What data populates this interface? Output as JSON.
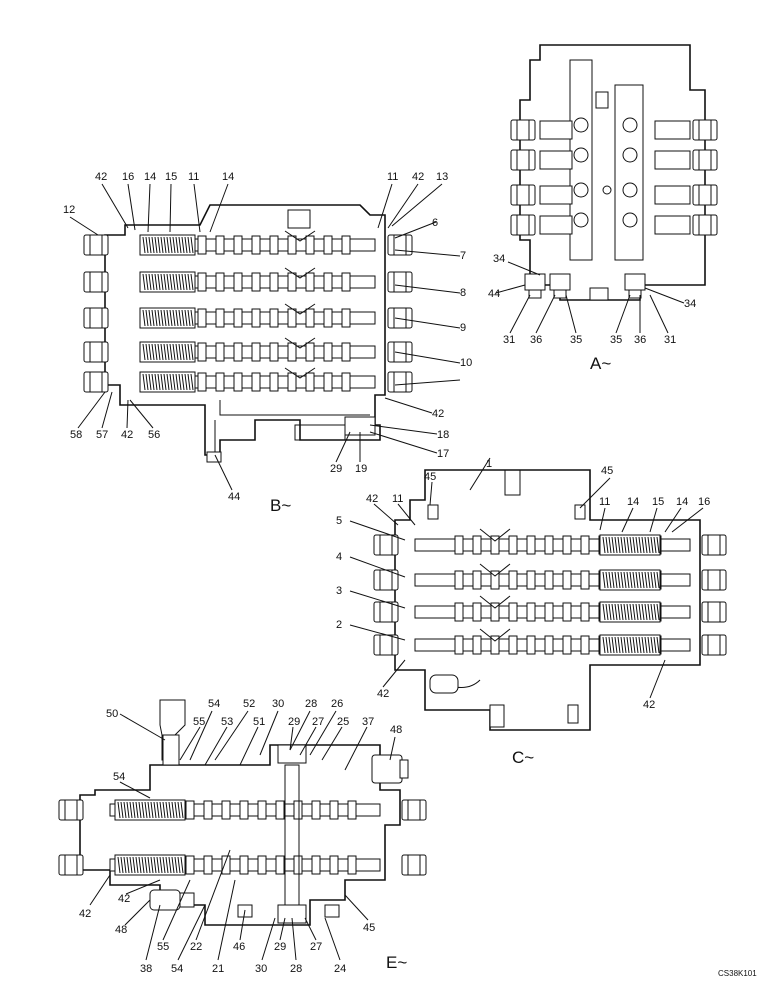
{
  "views": {
    "A": {
      "label": "A~",
      "part_labels": [
        "34",
        "44",
        "31",
        "36",
        "35",
        "34",
        "35",
        "36",
        "31"
      ]
    },
    "B": {
      "label": "B~",
      "part_labels": [
        "42",
        "16",
        "14",
        "15",
        "11",
        "14",
        "11",
        "42",
        "13",
        "12",
        "6",
        "7",
        "8",
        "9",
        "10",
        "58",
        "57",
        "42",
        "56",
        "42",
        "18",
        "17",
        "29",
        "19",
        "44"
      ]
    },
    "C": {
      "label": "C~",
      "part_labels": [
        "1",
        "45",
        "45",
        "42",
        "11",
        "11",
        "14",
        "15",
        "14",
        "16",
        "5",
        "4",
        "3",
        "2",
        "42",
        "42"
      ]
    },
    "E": {
      "label": "E~",
      "part_labels": [
        "50",
        "54",
        "52",
        "30",
        "28",
        "26",
        "55",
        "53",
        "51",
        "29",
        "27",
        "25",
        "37",
        "48",
        "54",
        "42",
        "42",
        "48",
        "38",
        "55",
        "22",
        "54",
        "21",
        "46",
        "30",
        "29",
        "28",
        "27",
        "24",
        "45"
      ]
    }
  },
  "drawing_code": "CS38K101",
  "colors": {
    "ink": "#111111",
    "paper": "#ffffff"
  }
}
